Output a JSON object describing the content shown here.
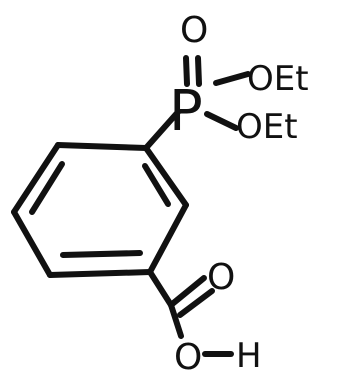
{
  "molecule": {
    "atoms": {
      "phosphorus": "P",
      "phosphoryl_oxygen": "O",
      "ethoxy_top": "OEt",
      "ethoxy_bottom": "OEt",
      "carbonyl_oxygen": "O",
      "hydroxyl_oxygen": "O",
      "hydroxyl_hydrogen": "H"
    },
    "ink_color": "#111111",
    "background_color": "#ffffff"
  }
}
